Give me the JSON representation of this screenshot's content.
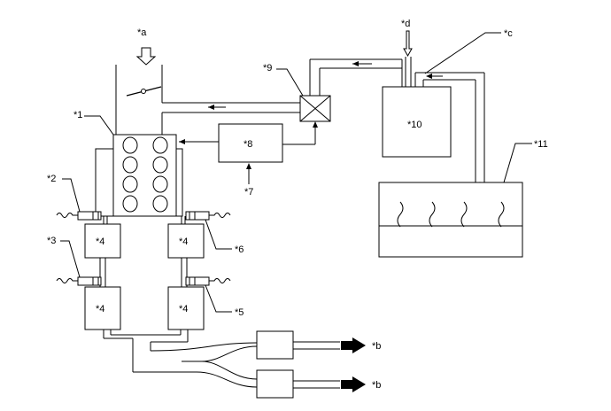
{
  "diagram": {
    "labels": {
      "a": "*a",
      "b1": "*b",
      "b2": "*b",
      "c": "*c",
      "d": "*d",
      "n1": "*1",
      "n2": "*2",
      "n3": "*3",
      "n4a": "*4",
      "n4b": "*4",
      "n4c": "*4",
      "n4d": "*4",
      "n5": "*5",
      "n6": "*6",
      "n7": "*7",
      "n8": "*8",
      "n9": "*9",
      "n10": "*10",
      "n11": "*11"
    }
  }
}
